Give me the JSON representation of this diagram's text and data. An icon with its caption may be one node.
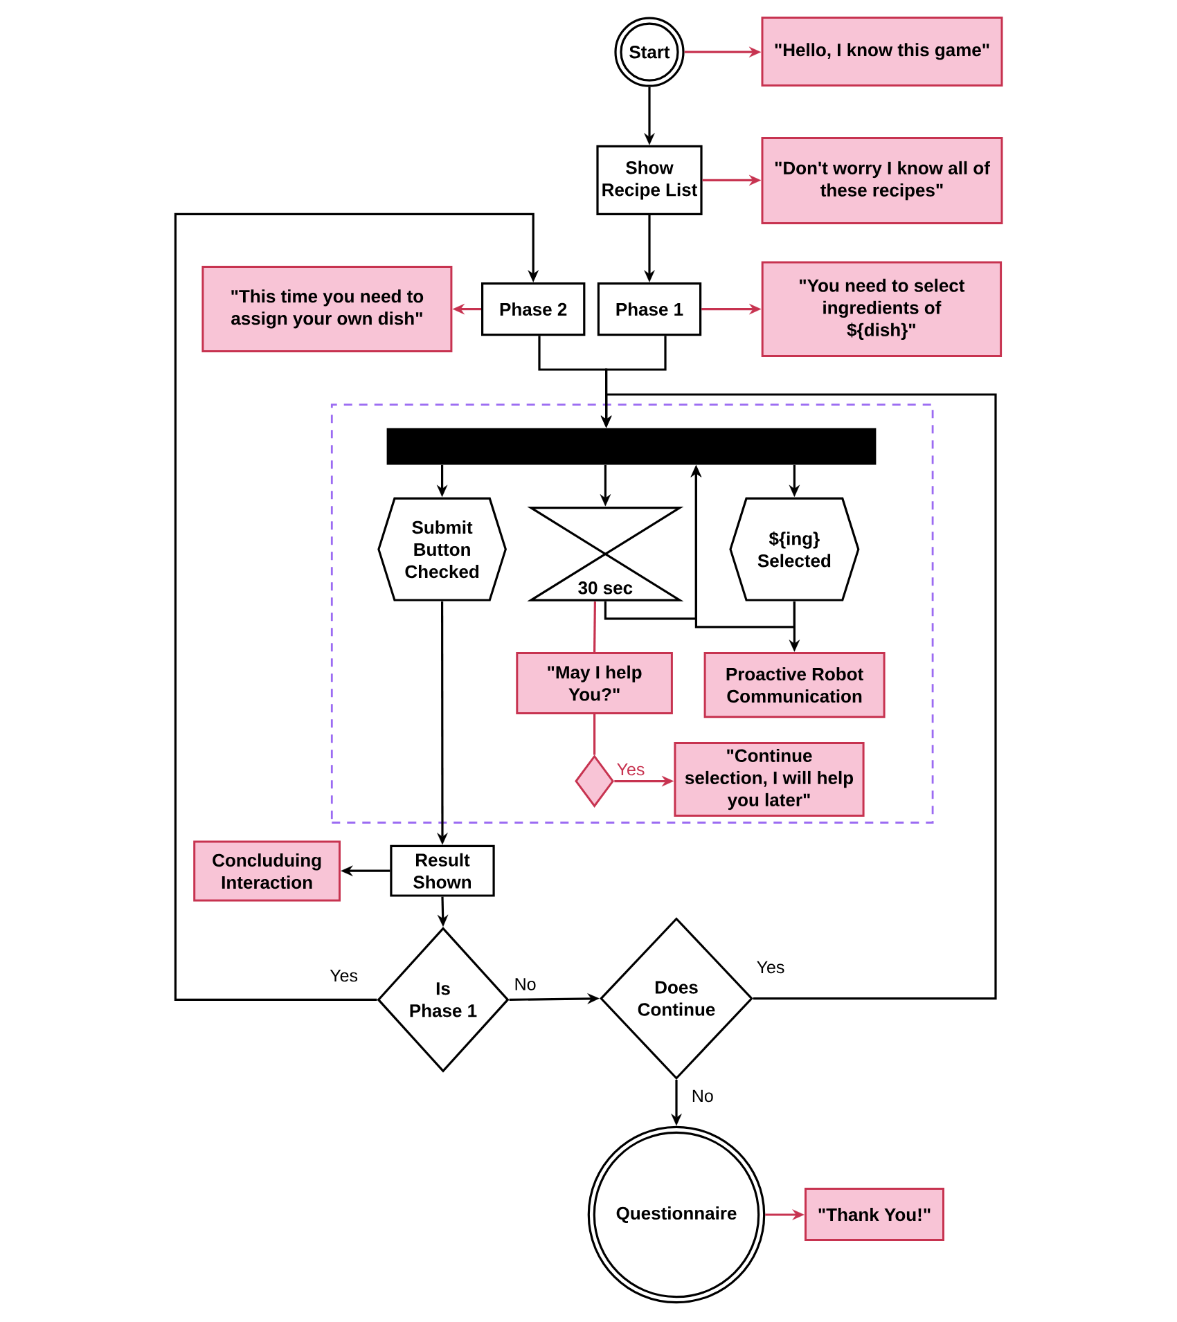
{
  "diagram": {
    "nodes": [
      {
        "text": [
          "Start"
        ]
      },
      {
        "text": [
          "\"Hello, I know this game\""
        ]
      },
      {
        "text": [
          "Show Recipe List"
        ]
      },
      {
        "text": [
          "\"Don't worry I know all of these recipes\""
        ]
      },
      {
        "text": [
          "\"This time you need to assign your own dish\""
        ]
      },
      {
        "text": [
          "Phase 2"
        ]
      },
      {
        "text": [
          "Phase 1"
        ]
      },
      {
        "text": [
          "\"You need to select ingredients of ${dish}\""
        ]
      },
      {
        "text": [],
        "shape": "box"
      },
      {
        "text": [],
        "shape": "bar",
        "in": 8
      },
      {
        "text": [
          "Submit Button Checked"
        ],
        "in": 8
      },
      {
        "text": [
          "30 sec"
        ],
        "in": 8
      },
      {
        "text": [
          "${ing} Selected"
        ],
        "in": 8
      },
      {
        "text": [
          "\"May I help You?\""
        ],
        "in": 8
      },
      {
        "text": [
          "Proactive Robot Communication"
        ],
        "in": 8
      },
      {
        "text": [],
        "shape": "diamond",
        "in": 8
      },
      {
        "text": [
          "\"Continue selection, I will help you later\""
        ],
        "in": 8
      },
      {
        "text": [
          "Concluduing Interaction"
        ]
      },
      {
        "text": [
          "Result Shown"
        ]
      },
      {
        "text": [
          "Is Phase 1"
        ]
      },
      {
        "text": [
          "Does Continue"
        ]
      },
      {
        "text": [
          "Questionnaire"
        ]
      },
      {
        "text": [
          "\"Thank You!\""
        ]
      }
    ],
    "edges": [
      {
        "from": 0,
        "to": 1,
        "arrow": "to",
        "color": "#c73350"
      },
      {
        "from": 0,
        "to": 2,
        "arrow": "to"
      },
      {
        "from": 2,
        "to": 3,
        "arrow": "to",
        "color": "#c73350"
      },
      {
        "from": 2,
        "to": 6,
        "arrow": "to"
      },
      {
        "from": 5,
        "to": 4,
        "arrow": "to",
        "color": "#c73350"
      },
      {
        "from": 6,
        "to": 7,
        "arrow": "to",
        "color": "#c73350"
      },
      {
        "from": 5,
        "to": 9,
        "arrow": "to"
      },
      {
        "from": 6,
        "to": 9,
        "arrow": "to"
      },
      {
        "from": 9,
        "to": 10,
        "arrow": "to"
      },
      {
        "from": 9,
        "to": 11,
        "arrow": "to"
      },
      {
        "from": 9,
        "to": 12,
        "arrow": "to"
      },
      {
        "from": 11,
        "to": 9,
        "arrow": "to"
      },
      {
        "from": 12,
        "to": 9,
        "arrow": "to"
      },
      {
        "from": 12,
        "to": 14,
        "arrow": "to"
      },
      {
        "from": 11,
        "to": 13,
        "arrow": "none",
        "color": "#c73350"
      },
      {
        "from": 13,
        "to": 15,
        "arrow": "none",
        "color": "#c73350"
      },
      {
        "from": 15,
        "to": 16,
        "arrow": "to",
        "label": "Yes",
        "color": "#c73350"
      },
      {
        "from": 10,
        "to": 18,
        "arrow": "to"
      },
      {
        "from": 18,
        "to": 17,
        "arrow": "to"
      },
      {
        "from": 18,
        "to": 19,
        "arrow": "to"
      },
      {
        "from": 19,
        "to": 20,
        "arrow": "to",
        "label": "No"
      },
      {
        "from": 19,
        "to": 5,
        "arrow": "to",
        "label": "Yes"
      },
      {
        "from": 20,
        "to": 9,
        "arrow": "to",
        "label": "Yes"
      },
      {
        "from": 20,
        "to": 21,
        "arrow": "to",
        "label": "No"
      },
      {
        "from": 21,
        "to": 22,
        "arrow": "to",
        "color": "#c73350"
      }
    ]
  }
}
